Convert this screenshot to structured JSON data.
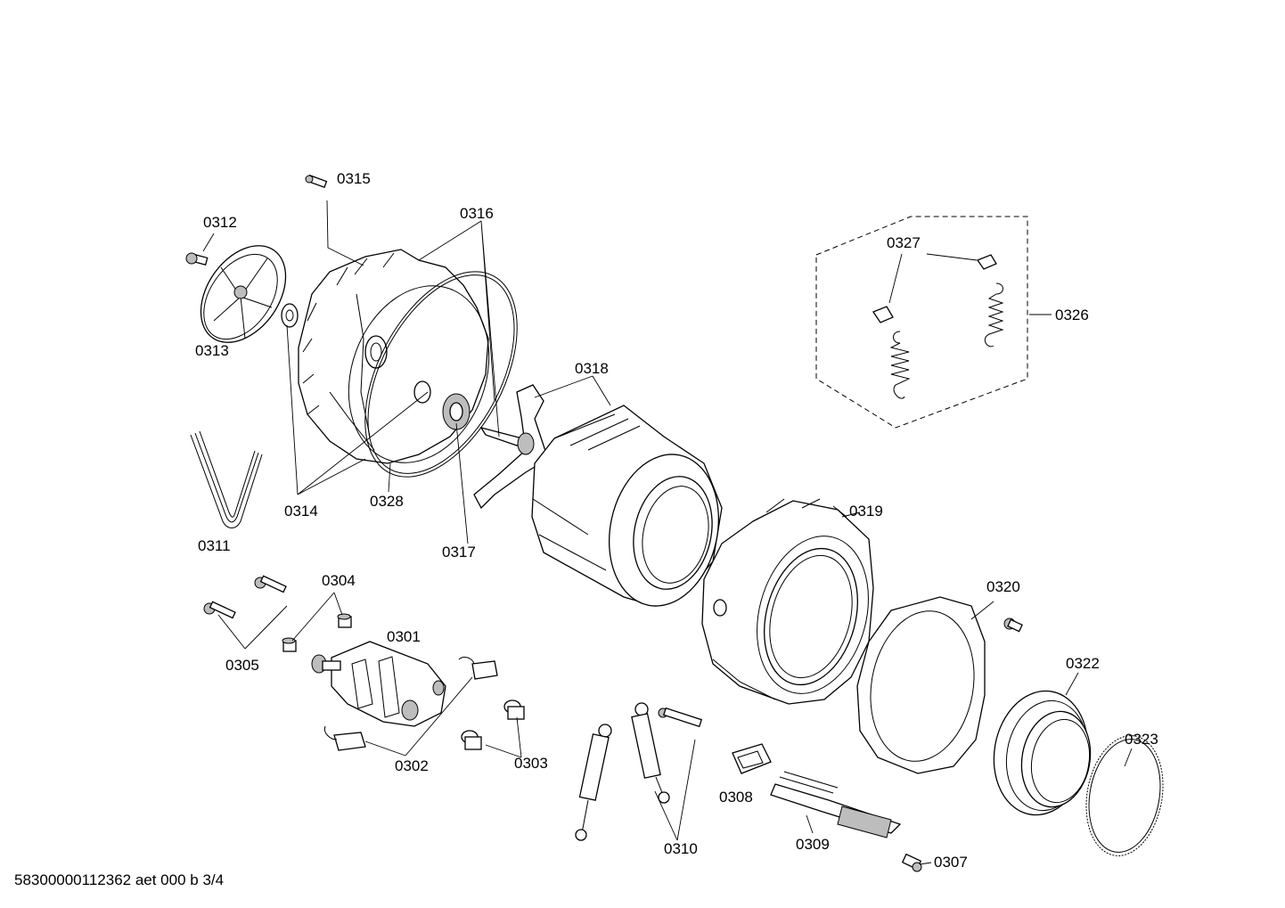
{
  "labels": {
    "p0301": "0301",
    "p0302": "0302",
    "p0303": "0303",
    "p0304": "0304",
    "p0305": "0305",
    "p0307": "0307",
    "p0308": "0308",
    "p0309": "0309",
    "p0310": "0310",
    "p0311": "0311",
    "p0312": "0312",
    "p0313": "0313",
    "p0314": "0314",
    "p0315": "0315",
    "p0316": "0316",
    "p0317": "0317",
    "p0318": "0318",
    "p0319": "0319",
    "p0320": "0320",
    "p0322": "0322",
    "p0323": "0323",
    "p0326": "0326",
    "p0327": "0327",
    "p0328": "0328"
  },
  "footer": {
    "code": "58300000112362 aet 000 b 3/4"
  }
}
